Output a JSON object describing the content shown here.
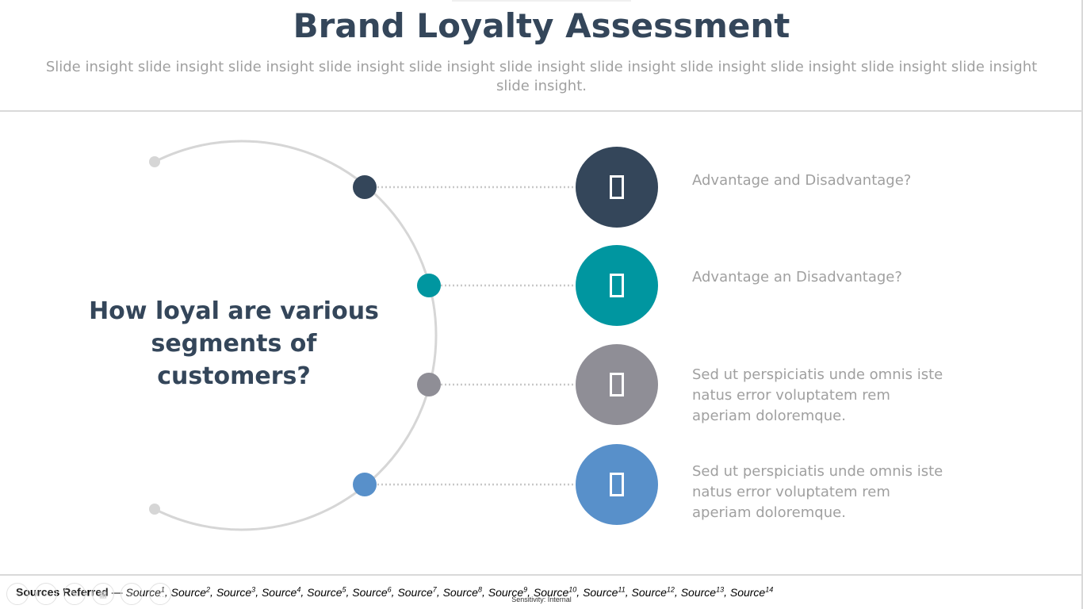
{
  "slide": {
    "title": "Brand Loyalty Assessment",
    "subtitle": "Slide insight slide insight slide insight slide insight slide insight slide insight slide insight slide insight slide insight slide insight slide insight slide insight."
  },
  "main": {
    "question": "How loyal are various segments of customers?",
    "items": [
      {
        "text": "Advantage and Disadvantage?",
        "color": "#34465a",
        "icon": "placeholder-icon"
      },
      {
        "text": "Advantage an Disadvantage?",
        "color": "#0096a0",
        "icon": "placeholder-icon"
      },
      {
        "text": "Sed ut perspiciatis unde omnis iste natus error voluptatem rem aperiam doloremque.",
        "color": "#8f8e96",
        "icon": "placeholder-icon"
      },
      {
        "text": "Sed ut perspiciatis unde omnis iste natus error voluptatem rem aperiam doloremque.",
        "color": "#5890ca",
        "icon": "placeholder-icon"
      }
    ]
  },
  "footer": {
    "label": "Sources Referred",
    "separator": " — ",
    "sources": [
      {
        "name": "Source",
        "num": "1"
      },
      {
        "name": "Source",
        "num": "2"
      },
      {
        "name": "Source",
        "num": "3"
      },
      {
        "name": "Source",
        "num": "4"
      },
      {
        "name": "Source",
        "num": "5"
      },
      {
        "name": "Source",
        "num": "6"
      },
      {
        "name": "Source",
        "num": "7"
      },
      {
        "name": "Source",
        "num": "8"
      },
      {
        "name": "Source",
        "num": "9"
      },
      {
        "name": "Source",
        "num": "10"
      },
      {
        "name": "Source",
        "num": "11"
      },
      {
        "name": "Source",
        "num": "12"
      },
      {
        "name": "Source",
        "num": "13"
      },
      {
        "name": "Source",
        "num": "14"
      }
    ],
    "sensitivity": "Sensitivity: Internal"
  },
  "toolbar": {
    "buttons": [
      {
        "name": "previous-slide-button",
        "icon": "arrow-left-icon",
        "glyph": "‹"
      },
      {
        "name": "next-slide-button",
        "icon": "arrow-right-icon",
        "glyph": "›"
      },
      {
        "name": "pen-tool-button",
        "icon": "pen-icon",
        "glyph": "✎"
      },
      {
        "name": "slides-overview-button",
        "icon": "grid-icon",
        "glyph": "▦"
      },
      {
        "name": "zoom-button",
        "icon": "magnifier-icon",
        "glyph": "⌕"
      },
      {
        "name": "more-options-button",
        "icon": "ellipsis-icon",
        "glyph": "…"
      }
    ]
  },
  "colors": {
    "title": "#34465a",
    "muted_text": "#a0a0a0",
    "arc": "#d6d6d6",
    "divider": "#d9d9d9"
  }
}
